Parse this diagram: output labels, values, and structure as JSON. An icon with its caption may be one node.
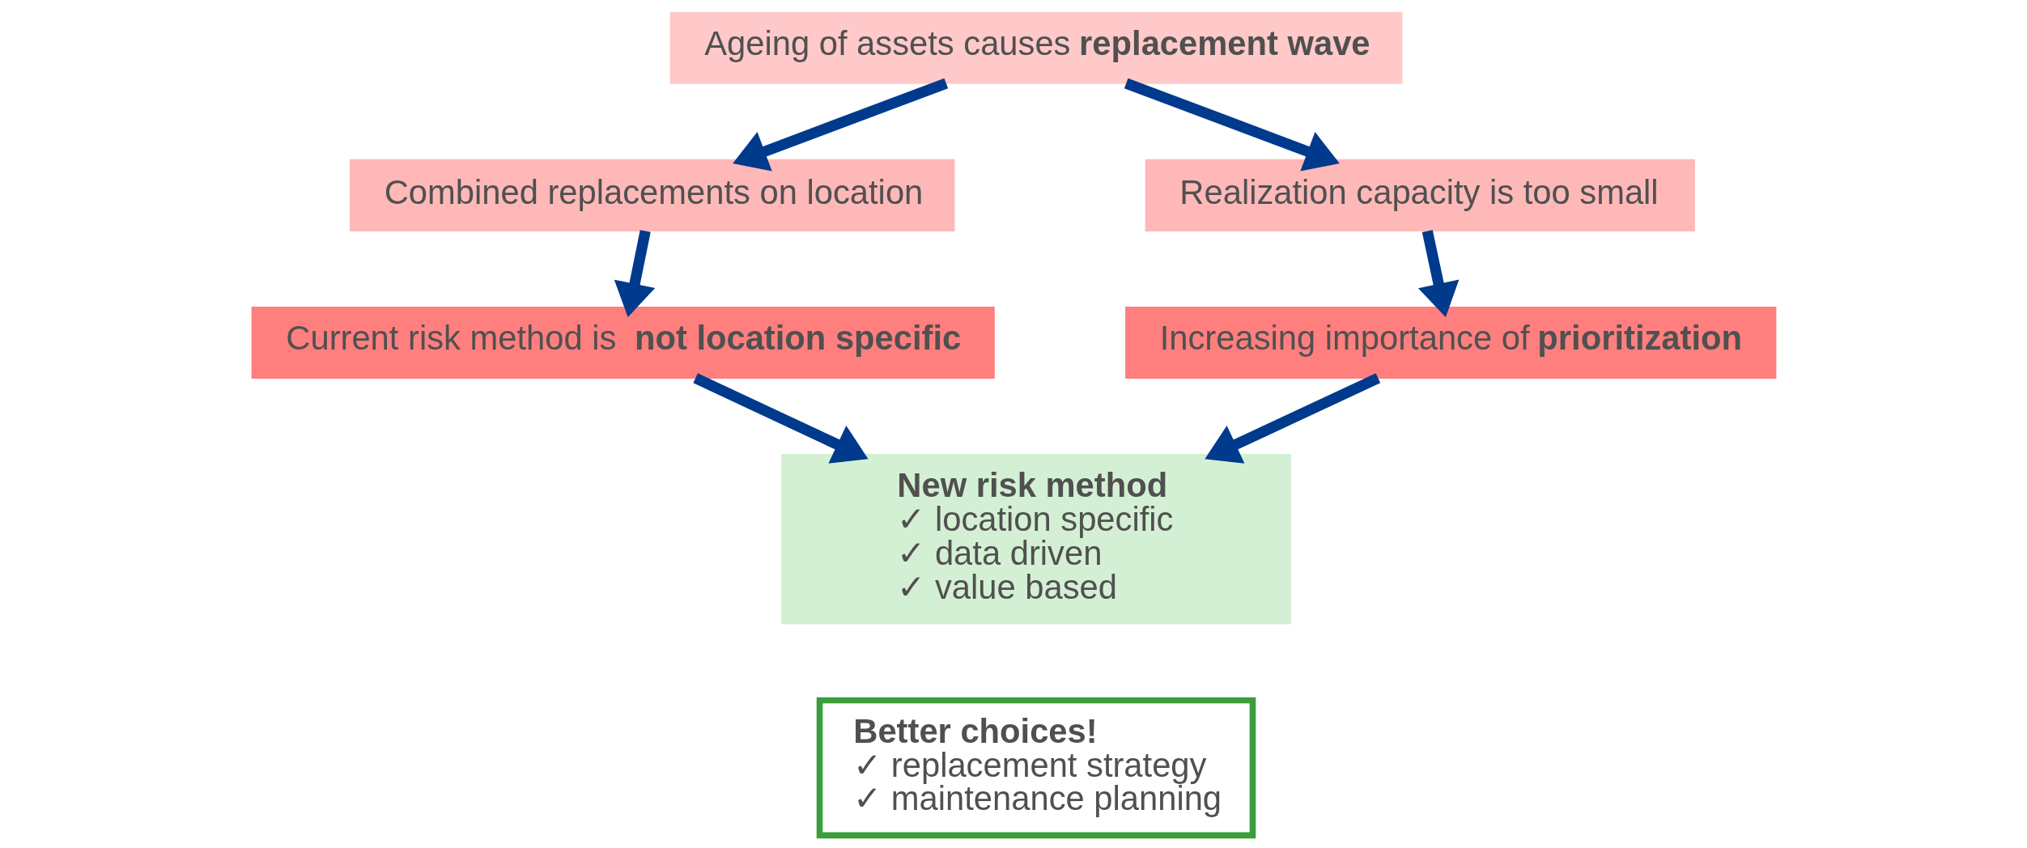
{
  "diagram": {
    "nodes": [
      {
        "text": [
          "Ageing of assets causes **replacement wave**"
        ]
      },
      {
        "text": [
          "Combined replacements on location"
        ]
      },
      {
        "text": [
          "Current risk method is  **not location specific**"
        ]
      },
      {
        "text": [
          "Realization capacity is too small"
        ]
      },
      {
        "text": [
          "Increasing importance of **prioritization**"
        ]
      },
      {
        "text": [
          "New risk method",
          "✓ location specific",
          "✓ data driven",
          "✓ value based"
        ]
      },
      {
        "text": [
          "Better choices!",
          "✓ replacement strategy",
          "✓ maintenance planning"
        ]
      }
    ],
    "edges": [
      {
        "from": 0,
        "to": 1,
        "arrow": "to"
      },
      {
        "from": 1,
        "to": 2,
        "arrow": "to"
      },
      {
        "from": 2,
        "to": 5,
        "arrow": "to"
      },
      {
        "from": 0,
        "to": 3,
        "arrow": "to"
      },
      {
        "from": 3,
        "to": 4,
        "arrow": "to"
      },
      {
        "from": 4,
        "to": 5,
        "arrow": "to"
      }
    ]
  }
}
